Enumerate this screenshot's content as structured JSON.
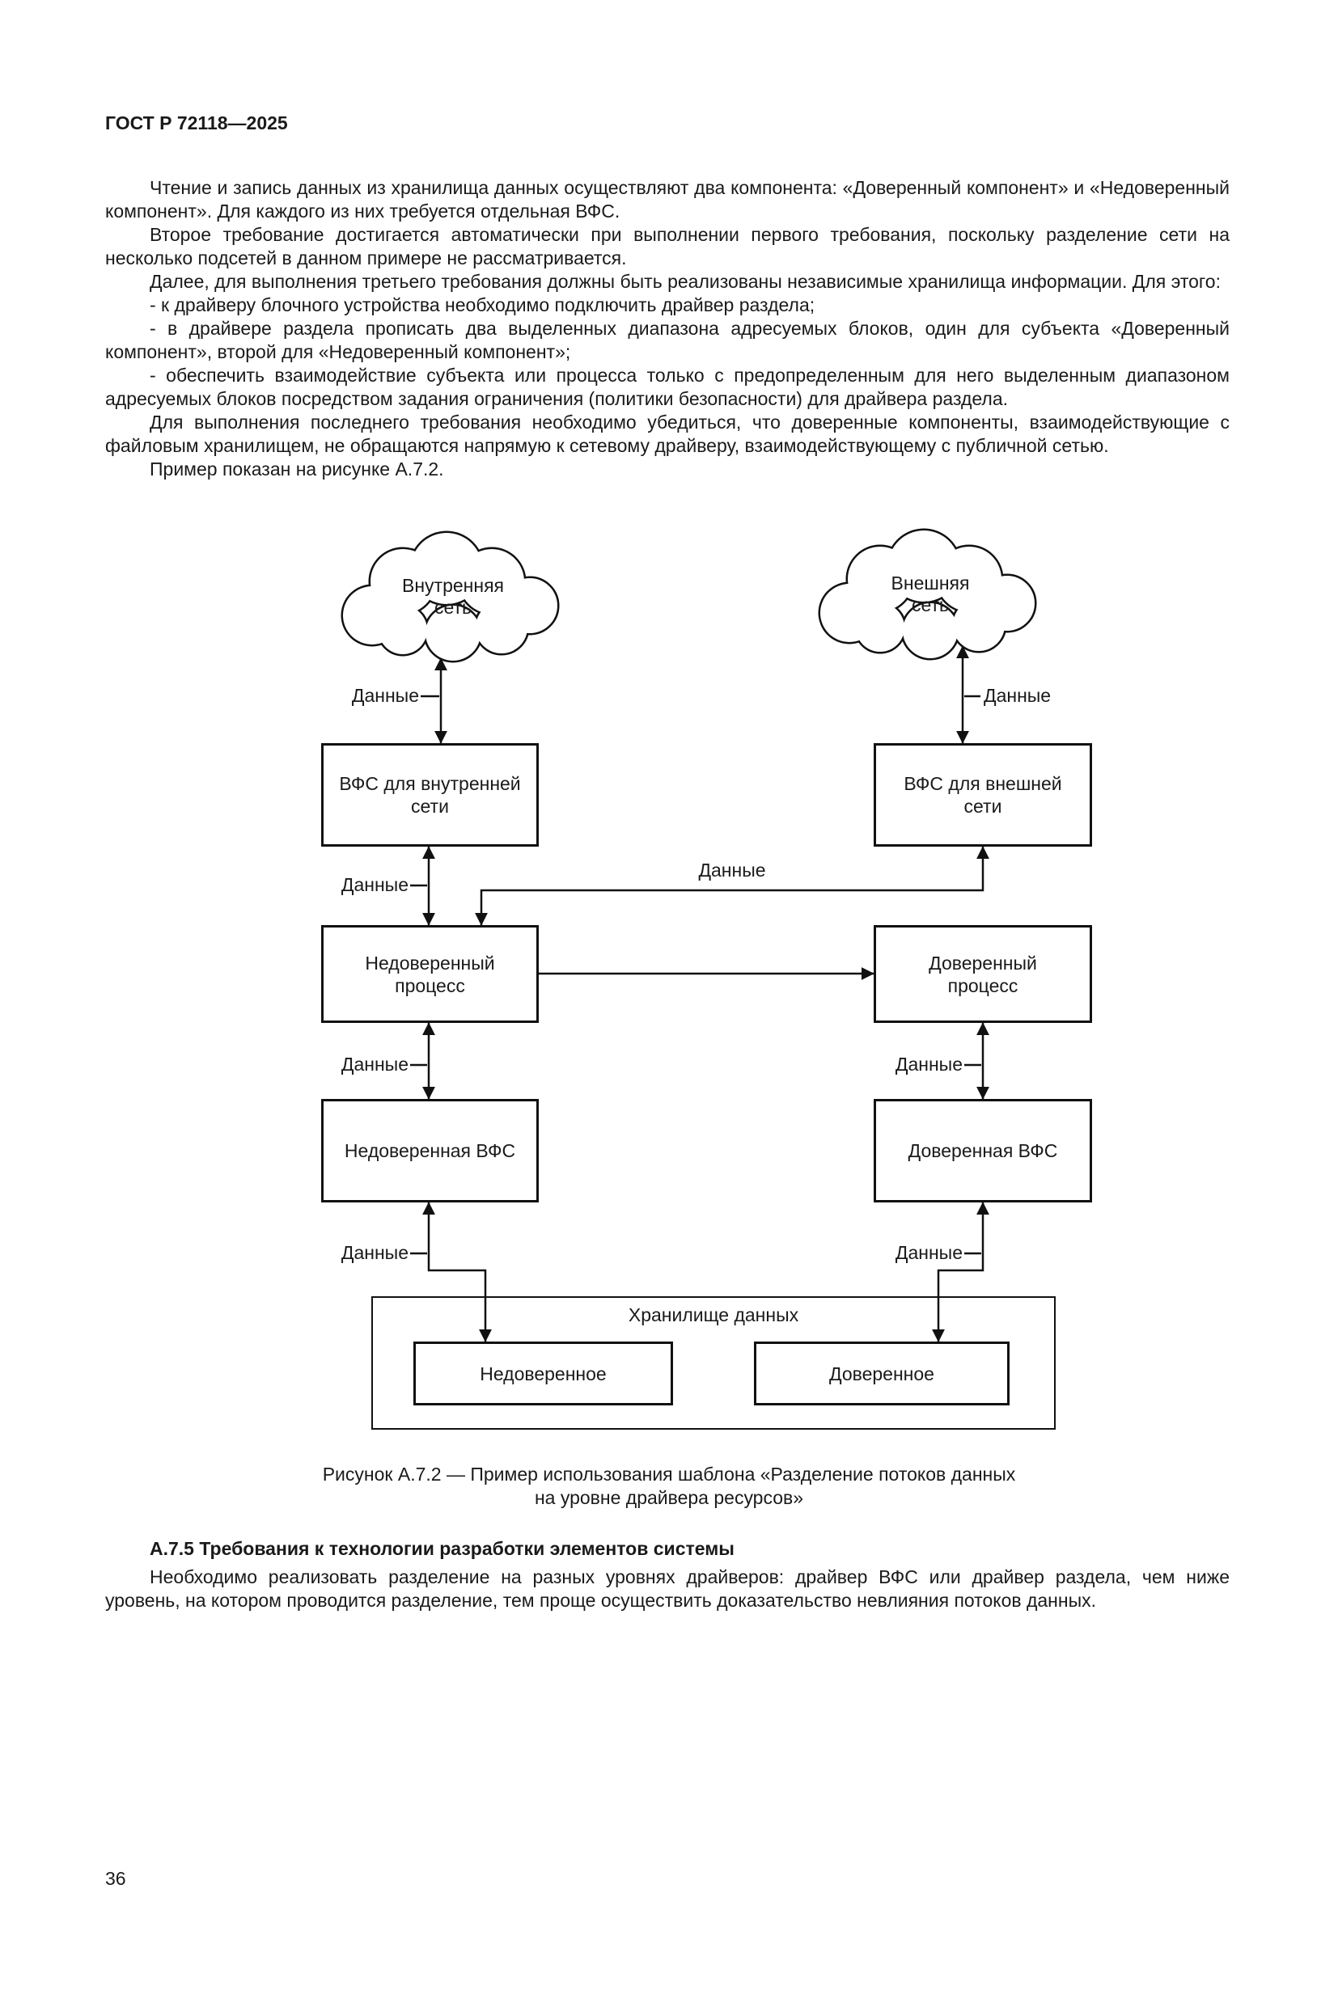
{
  "page": {
    "header": "ГОСТ Р 72118—2025",
    "number": "36"
  },
  "content": {
    "paragraphs": [
      "Чтение и запись данных из хранилища данных осуществляют два компонента: «Доверенный компонент» и «Недоверенный компонент». Для каждого из них требуется отдельная ВФС.",
      "Второе требование достигается автоматически при выполнении первого требования, поскольку разделение сети на несколько подсетей в данном примере не рассматривается.",
      "Далее, для выполнения третьего требования должны быть реализованы независимые хранилища информации. Для этого:",
      "- к драйверу блочного устройства необходимо подключить драйвер раздела;",
      "- в драйвере раздела прописать два выделенных диапазона адресуемых блоков, один для субъекта «Доверенный компонент», второй для «Недоверенный компонент»;",
      "- обеспечить взаимодействие субъекта или процесса только с предопределенным для него выделенным диапазоном адресуемых блоков посредством задания ограничения (политики безопасности) для драйвера раздела.",
      "Для выполнения последнего требования необходимо убедиться, что доверенные компоненты, взаимодействующие с файловым хранилищем, не обращаются напрямую к сетевому драйверу, взаимодействующему с публичной сетью.",
      "Пример показан на рисунке А.7.2."
    ]
  },
  "diagram": {
    "cloud_internal_line1": "Внутренняя",
    "cloud_internal_line2": "сеть",
    "cloud_external_line1": "Внешняя",
    "cloud_external_line2": "сеть",
    "data_label": "Данные",
    "vfs_internal_line1": "ВФС для внутренней",
    "vfs_internal_line2": "сети",
    "vfs_external_line1": "ВФС для внешней",
    "vfs_external_line2": "сети",
    "untrusted_process_line1": "Недоверенный",
    "untrusted_process_line2": "процесс",
    "trusted_process_line1": "Доверенный",
    "trusted_process_line2": "процесс",
    "untrusted_vfs": "Недоверенная ВФС",
    "trusted_vfs": "Доверенная ВФС",
    "storage_title": "Хранилище данных",
    "storage_untrusted": "Недоверенное",
    "storage_trusted": "Доверенное"
  },
  "figure": {
    "caption_line1": "Рисунок А.7.2 — Пример использования шаблона «Разделение потоков данных",
    "caption_line2": "на уровне драйвера ресурсов»"
  },
  "section": {
    "heading": "А.7.5 Требования к технологии разработки элементов системы",
    "paragraph": "Необходимо реализовать разделение на разных уровнях драйверов: драйвер ВФС или драйвер раздела, чем ниже уровень, на котором проводится разделение, тем проще осуществить доказательство невлияния потоков данных."
  }
}
